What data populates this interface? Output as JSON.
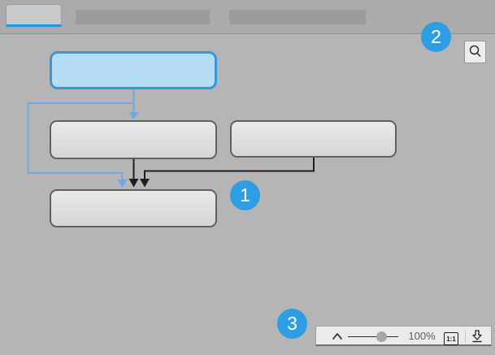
{
  "header": {
    "tabs": [
      {
        "label": "",
        "active": true
      },
      {
        "label": "",
        "active": false
      },
      {
        "label": "",
        "active": false
      }
    ]
  },
  "diagram": {
    "nodes": [
      {
        "id": "start",
        "label": "",
        "type": "highlighted"
      },
      {
        "id": "left",
        "label": "",
        "type": "normal"
      },
      {
        "id": "right",
        "label": "",
        "type": "normal"
      },
      {
        "id": "end",
        "label": "",
        "type": "normal"
      }
    ],
    "edges": [
      {
        "from": "start",
        "to": "left",
        "color": "blue"
      },
      {
        "from": "start",
        "to": "end",
        "color": "blue",
        "route": "left-loop"
      },
      {
        "from": "left",
        "to": "end",
        "color": "black"
      },
      {
        "from": "right",
        "to": "end",
        "color": "black"
      }
    ]
  },
  "callouts": [
    {
      "label": "1"
    },
    {
      "label": "2"
    },
    {
      "label": "3"
    }
  ],
  "search": {
    "icon": "search-icon"
  },
  "zoom_toolbar": {
    "collapse_icon": "chevron-up-icon",
    "zoom_value": "100%",
    "one_to_one_label": "1:1",
    "download_icon": "download-icon"
  },
  "colors": {
    "accent_blue": "#2d9ee3",
    "tab_underline_blue": "#2196e0",
    "node_highlight_fill": "#b5ddf4",
    "node_highlight_border": "#3a97d4",
    "edge_blue": "#6aaae8",
    "edge_black": "#1f1f1f"
  }
}
